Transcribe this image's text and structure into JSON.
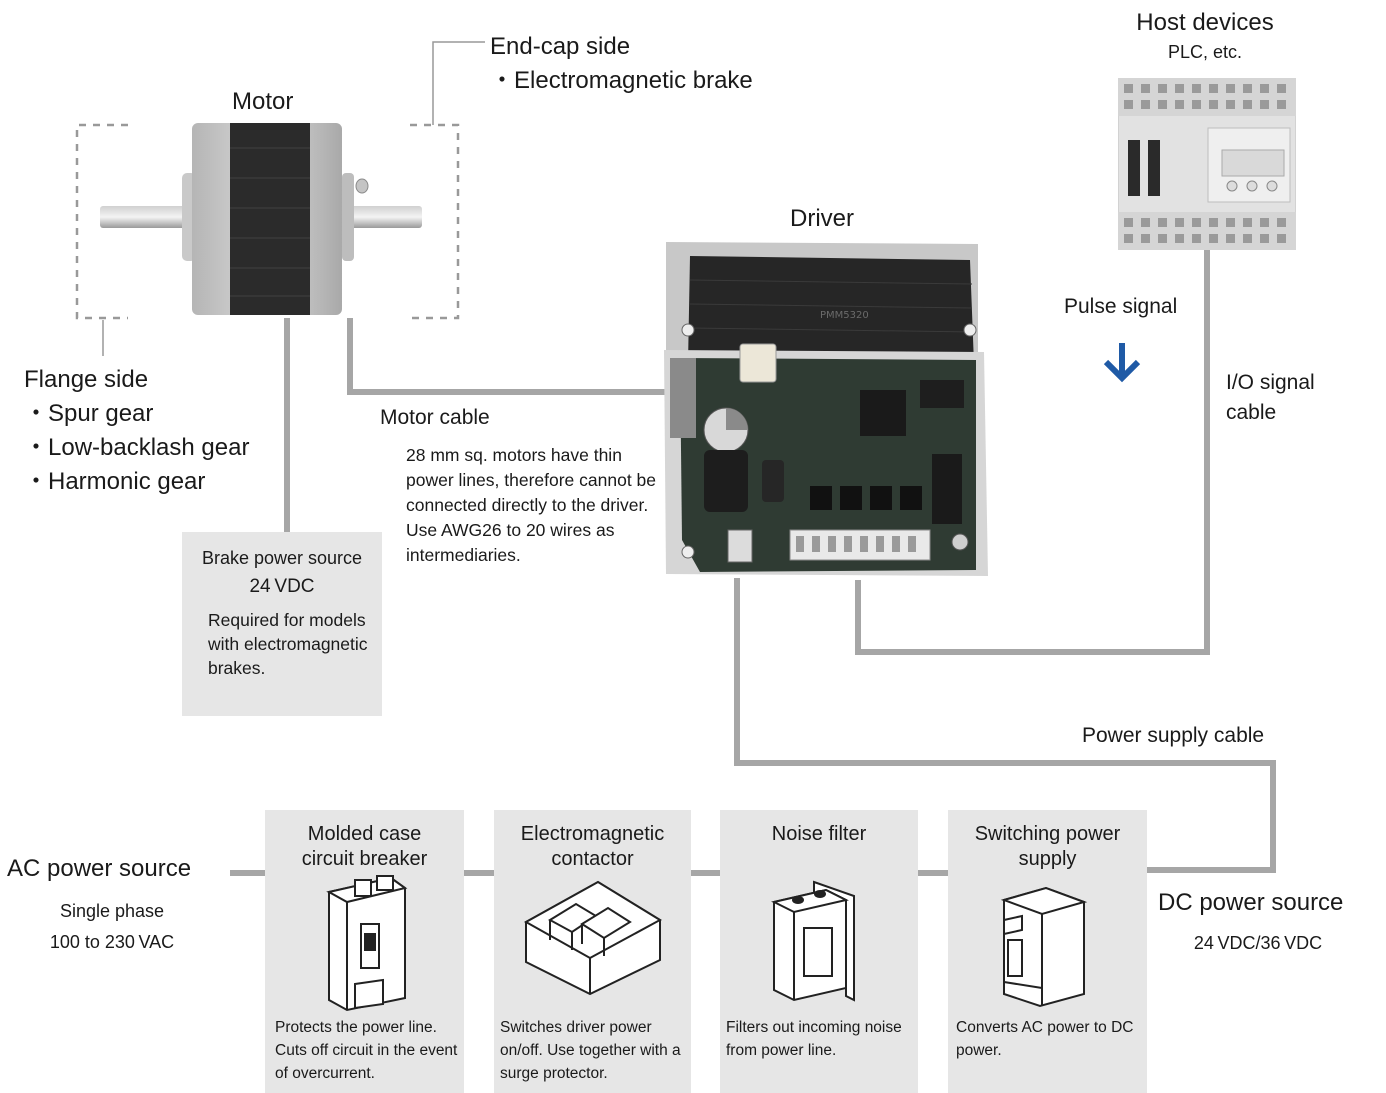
{
  "host": {
    "title": "Host devices",
    "subtitle": "PLC, etc."
  },
  "motor": {
    "title": "Motor",
    "endcap_title": "End-cap side",
    "endcap_items": [
      "Electromagnetic brake"
    ],
    "flange_title": "Flange side",
    "flange_items": [
      "Spur gear",
      "Low-backlash gear",
      "Harmonic gear"
    ]
  },
  "driver": {
    "title": "Driver",
    "chip_label": "PMM5320"
  },
  "brake": {
    "title": "Brake power source",
    "voltage": "24 VDC",
    "note": "Required for models with electromagnetic brakes."
  },
  "motor_cable": {
    "title": "Motor cable",
    "note": "28 mm sq. motors have thin power lines, therefore cannot be connected directly to the driver. Use AWG26 to 20 wires as intermediaries."
  },
  "pulse": {
    "label": "Pulse signal"
  },
  "io_cable": {
    "line1": "I/O signal",
    "line2": "cable"
  },
  "power_cable": {
    "label": "Power supply cable"
  },
  "ac_source": {
    "title": "AC power source",
    "line1": "Single phase",
    "line2": "100 to 230 VAC"
  },
  "dc_source": {
    "title": "DC power source",
    "voltage": "24 VDC/36 VDC"
  },
  "components": [
    {
      "title": "Molded case circuit breaker",
      "desc": "Protects the power line. Cuts off circuit in the event of overcurrent.",
      "icon": "circuit-breaker-icon"
    },
    {
      "title": "Electromagnetic contactor",
      "desc": "Switches driver power on/off. Use together with a surge protector.",
      "icon": "contactor-icon"
    },
    {
      "title": "Noise filter",
      "desc": "Filters out incoming noise from power line.",
      "icon": "noise-filter-icon"
    },
    {
      "title": "Switching power supply",
      "desc": "Converts AC power to DC power.",
      "icon": "switching-power-supply-icon"
    }
  ],
  "colors": {
    "wire": "#a6a6a6",
    "panel": "#e6e6e6",
    "arrow": "#1f5aa6",
    "dashed": "#999999"
  }
}
